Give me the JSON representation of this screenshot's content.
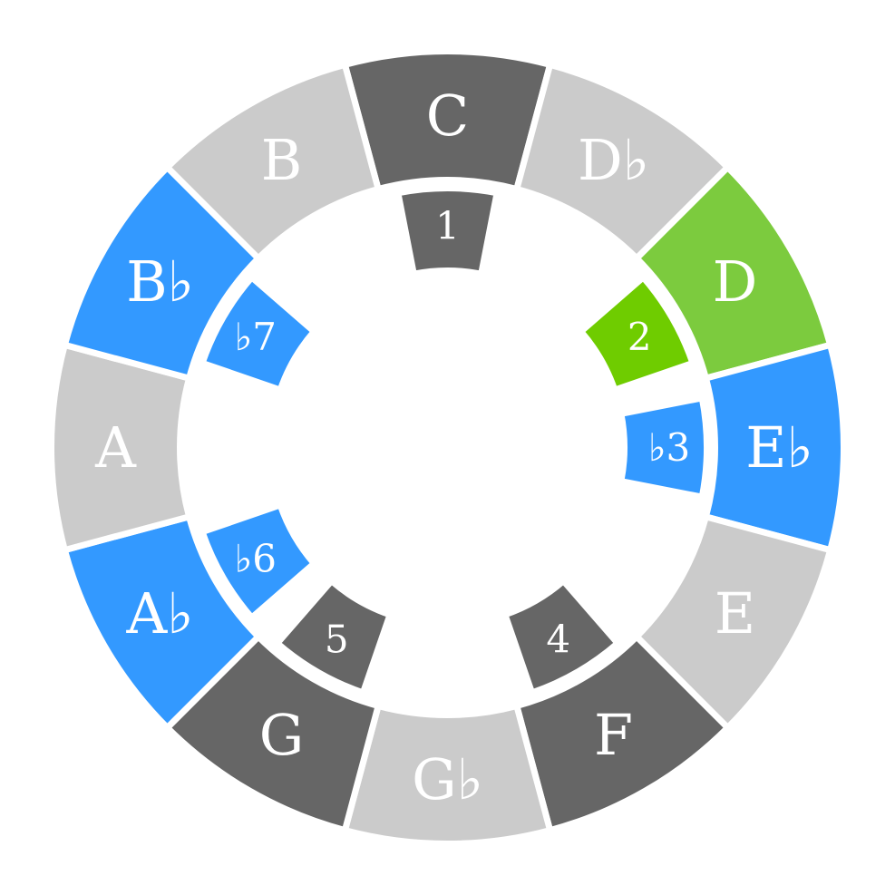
{
  "colors": {
    "gray_light": "#cbcbcb",
    "gray_dark": "#666666",
    "blue": "#3399ff",
    "green_outer": "#7ccb3e",
    "green_inner": "#6fcc00",
    "text": "#ffffff"
  },
  "notes": [
    {
      "label": "C",
      "color": "#666666",
      "degree": "1",
      "degree_color": "#666666"
    },
    {
      "label": "D♭",
      "color": "#cbcbcb",
      "degree": null,
      "degree_color": null
    },
    {
      "label": "D",
      "color": "#7ccb3e",
      "degree": "2",
      "degree_color": "#6fcc00"
    },
    {
      "label": "E♭",
      "color": "#3399ff",
      "degree": "♭3",
      "degree_color": "#3399ff"
    },
    {
      "label": "E",
      "color": "#cbcbcb",
      "degree": null,
      "degree_color": null
    },
    {
      "label": "F",
      "color": "#666666",
      "degree": "4",
      "degree_color": "#666666"
    },
    {
      "label": "G♭",
      "color": "#cbcbcb",
      "degree": null,
      "degree_color": null
    },
    {
      "label": "G",
      "color": "#666666",
      "degree": "5",
      "degree_color": "#666666"
    },
    {
      "label": "A♭",
      "color": "#3399ff",
      "degree": "♭6",
      "degree_color": "#3399ff"
    },
    {
      "label": "A",
      "color": "#cbcbcb",
      "degree": null,
      "degree_color": null
    },
    {
      "label": "B♭",
      "color": "#3399ff",
      "degree": "♭7",
      "degree_color": "#3399ff"
    },
    {
      "label": "B",
      "color": "#cbcbcb",
      "degree": null,
      "degree_color": null
    }
  ]
}
